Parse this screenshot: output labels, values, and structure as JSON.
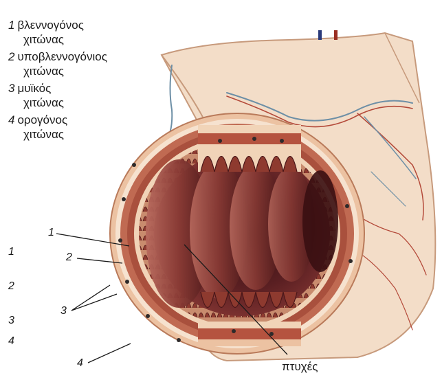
{
  "legend": [
    {
      "num": "1",
      "line1": "βλεννογόνος",
      "line2": "χιτώνας"
    },
    {
      "num": "2",
      "line1": "υποβλεννογόνιος",
      "line2": "χιτώνας"
    },
    {
      "num": "3",
      "line1": "μυϊκός",
      "line2": "χιτώνας"
    },
    {
      "num": "4",
      "line1": "ορογόνος",
      "line2": "χιτώνας"
    }
  ],
  "callouts": [
    "1",
    "2",
    "3",
    "4"
  ],
  "side_numbers": [
    "1",
    "2",
    "3",
    "4"
  ],
  "folds_label": "πτυχές",
  "colors": {
    "outer_tissue": "#f2dcc6",
    "serosa": "#d9a07e",
    "muscle": "#b5533f",
    "mucosa_dark": "#5a1f22",
    "mucosa_mid": "#8c3a36",
    "vessel_blue": "#6d8fa6",
    "vessel_red": "#b44a3a"
  }
}
